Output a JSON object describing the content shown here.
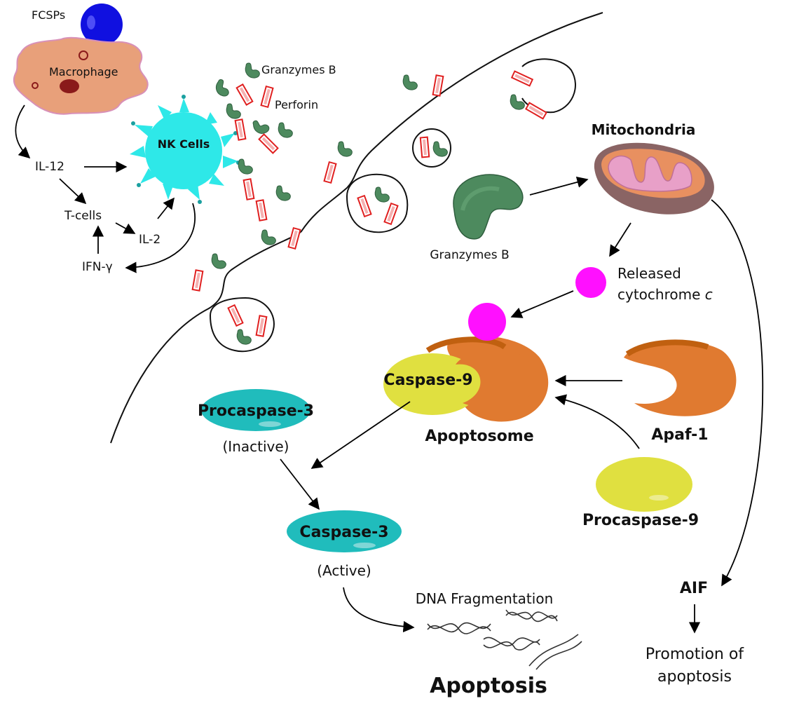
{
  "labels": {
    "fcsps": "FCSPs",
    "macrophage": "Macrophage",
    "granzymes_top": "Granzymes B",
    "perforin": "Perforin",
    "nk_cells": "NK Cells",
    "il12": "IL-12",
    "tcells": "T-cells",
    "il2": "IL-2",
    "ifn": "IFN-γ",
    "mitochondria": "Mitochondria",
    "granzymes_mid": "Granzymes B",
    "released_1": "Released",
    "released_2": "cytochrome ",
    "released_c": "c",
    "caspase9": "Caspase-9",
    "apoptosome": "Apoptosome",
    "apaf1": "Apaf-1",
    "procaspase9": "Procaspase-9",
    "procaspase3": "Procaspase-3",
    "inactive": "(Inactive)",
    "caspase3": "Caspase-3",
    "active": "(Active)",
    "dna_frag": "DNA Fragmentation",
    "apoptosis": "Apoptosis",
    "aif": "AIF",
    "promotion_1": "Promotion of",
    "promotion_2": "apoptosis"
  },
  "colors": {
    "fcsps": "#1010e0",
    "macrophage": "#e8a07a",
    "nk_cells": "#2ee8e8",
    "granzyme": "#4d8a5e",
    "perforin": "#e02020",
    "mito_outer": "#8a6464",
    "mito_inner": "#e8a0b8",
    "cytochrome": "#ff10ff",
    "apaf": "#e07a30",
    "caspase9": "#e0e040",
    "caspase3": "#20bcbc"
  }
}
